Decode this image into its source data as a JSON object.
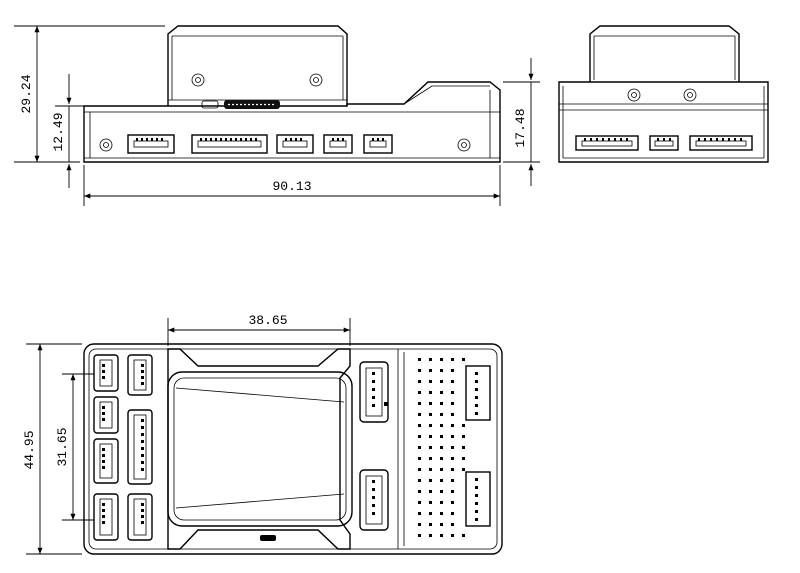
{
  "drawing": {
    "side_view": {
      "dim_total_height": "29.24",
      "dim_base_height": "12.49",
      "dim_length": "90.13",
      "dim_right_height": "17.48"
    },
    "top_view": {
      "dim_cover_width": "38.65",
      "dim_total_width": "44.95",
      "dim_pad_width": "31.65"
    }
  }
}
